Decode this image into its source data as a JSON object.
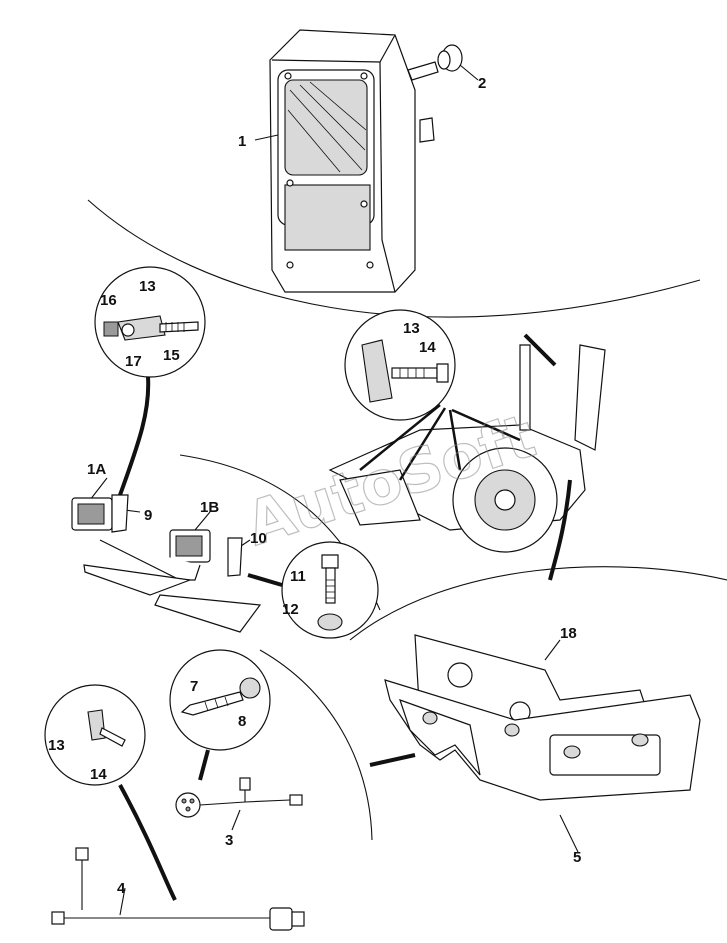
{
  "watermark": "AutoSoft",
  "callouts": {
    "c1": "1",
    "c2": "2",
    "c1a": "1A",
    "c1b": "1B",
    "c3": "3",
    "c4": "4",
    "c5": "5",
    "c7": "7",
    "c8": "8",
    "c9": "9",
    "c10": "10",
    "c11": "11",
    "c12": "12",
    "c13a": "13",
    "c13b": "13",
    "c13c": "13",
    "c14a": "14",
    "c14b": "14",
    "c15": "15",
    "c16": "16",
    "c17": "17",
    "c18": "18"
  }
}
